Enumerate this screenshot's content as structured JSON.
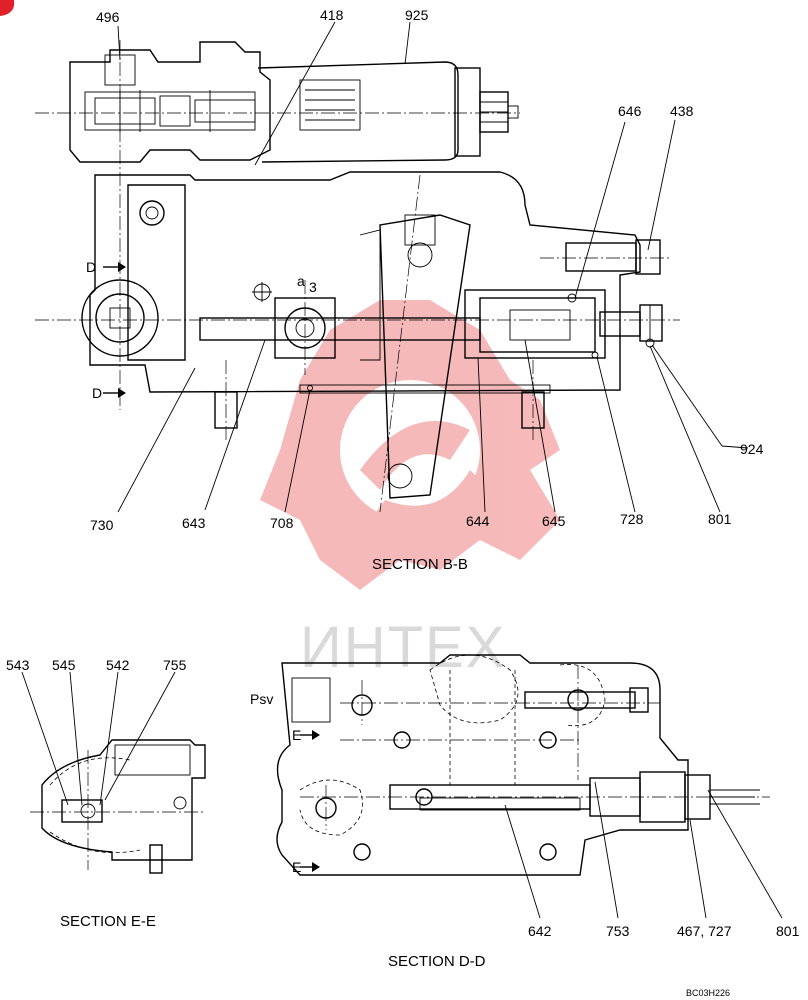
{
  "diagram": {
    "sections": {
      "bb": "SECTION B-B",
      "ee": "SECTION E-E",
      "dd": "SECTION D-D"
    },
    "parts": {
      "p496": "496",
      "p418": "418",
      "p925": "925",
      "p646": "646",
      "p438": "438",
      "p924": "924",
      "p730": "730",
      "p643": "643",
      "p708": "708",
      "p644": "644",
      "p645": "645",
      "p728": "728",
      "p801a": "801",
      "p543": "543",
      "p545": "545",
      "p542": "542",
      "p755": "755",
      "p642": "642",
      "p753": "753",
      "p467": "467, 727",
      "p801b": "801"
    },
    "marks": {
      "d_top": "D",
      "d_bottom": "D",
      "e_top": "E",
      "e_bottom": "E",
      "psv": "Psv",
      "a": "a",
      "three": "3"
    },
    "drawing_code": "BC03H226",
    "watermark": "ИНТЕХ",
    "colors": {
      "watermark_red": "#f08080",
      "corner_badge": "#e0202a"
    }
  }
}
